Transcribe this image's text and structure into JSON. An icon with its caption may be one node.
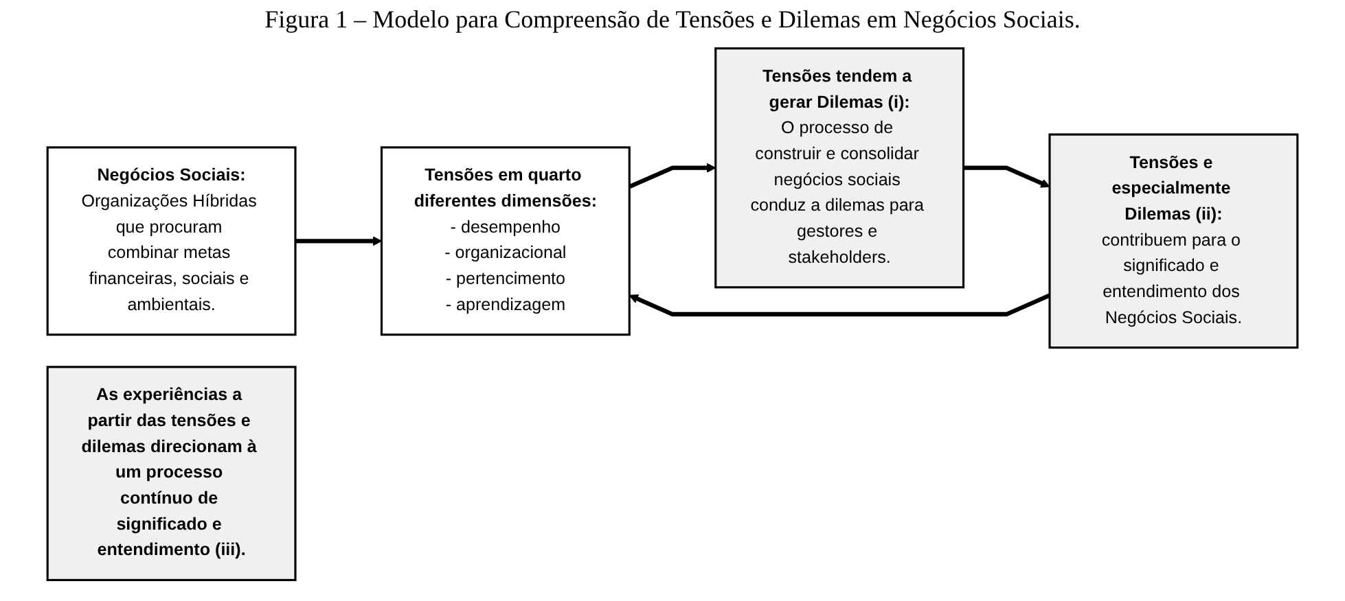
{
  "diagram": {
    "title": "Figura 1 – Modelo para Compreensão de Tensões e Dilemas em Negócios Sociais.",
    "nodes": [
      {
        "text": [
          "Negócios Sociais:",
          "Organizações Híbridas que procuram combinar metas financeiras, sociais e ambientais."
        ]
      },
      {
        "text": [
          "Tensões em quarto diferentes dimensões:",
          "- desempenho",
          "- organizacional",
          "- pertencimento",
          "- aprendizagem"
        ]
      },
      {
        "text": [
          "Tensões tendem a gerar Dilemas (i):",
          "O processo de construir e consolidar negócios sociais conduz a dilemas para gestores e stakeholders."
        ]
      },
      {
        "text": [
          "Tensões e especialmente Dilemas (ii):",
          "contribuem para o significado e entendimento dos Negócios Sociais."
        ]
      },
      {
        "text": [
          "As experiências a partir das tensões e dilemas direcionam à um processo contínuo de significado e entendimento (iii)."
        ]
      }
    ],
    "edges": [
      {
        "from": 0,
        "to": 1,
        "arrow": "to"
      },
      {
        "from": 1,
        "to": 2,
        "arrow": "to"
      },
      {
        "from": 2,
        "to": 3,
        "arrow": "to"
      },
      {
        "from": 3,
        "to": 1,
        "arrow": "to"
      }
    ]
  }
}
